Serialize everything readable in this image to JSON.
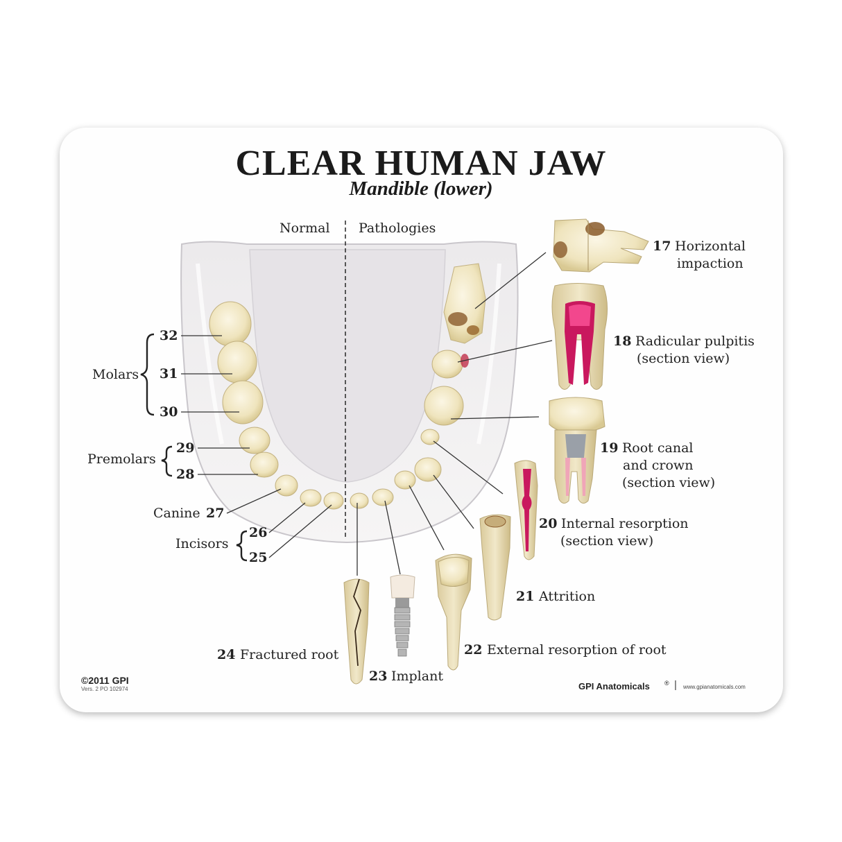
{
  "title": "CLEAR HUMAN JAW",
  "subtitle": "Mandible (lower)",
  "sections": {
    "normal": "Normal",
    "pathologies": "Pathologies"
  },
  "groups": {
    "molars": "Molars",
    "premolars": "Premolars",
    "canine": "Canine",
    "incisors": "Incisors"
  },
  "tooth_numbers": {
    "t32": "32",
    "t31": "31",
    "t30": "30",
    "t29": "29",
    "t28": "28",
    "t27": "27",
    "t26": "26",
    "t25": "25"
  },
  "pathologies": {
    "p17": {
      "num": "17",
      "line1": "Horizontal",
      "line2": "impaction"
    },
    "p18": {
      "num": "18",
      "line1": "Radicular pulpitis",
      "line2": "(section view)"
    },
    "p19": {
      "num": "19",
      "line1": "Root canal",
      "line2": "and crown",
      "line3": "(section view)"
    },
    "p20": {
      "num": "20",
      "line1": "Internal resorption",
      "line2": "(section view)"
    },
    "p21": {
      "num": "21",
      "line1": "Attrition"
    },
    "p22": {
      "num": "22",
      "line1": "External resorption of root"
    },
    "p23": {
      "num": "23",
      "line1": "Implant"
    },
    "p24": {
      "num": "24",
      "line1": "Fractured root"
    }
  },
  "footer": {
    "copyright": "©2011 GPI",
    "version": "Vers. 2 PO 102974",
    "brand": "GPI Anatomicals",
    "brand_mark": "®",
    "divider": "|",
    "website": "www.gpianatomicals.com"
  },
  "colors": {
    "tooth": "#efe6c4",
    "root": "#e8dcb4",
    "decay": "#8a5a2a",
    "pulp": "#e0166a",
    "text": "#222222"
  }
}
